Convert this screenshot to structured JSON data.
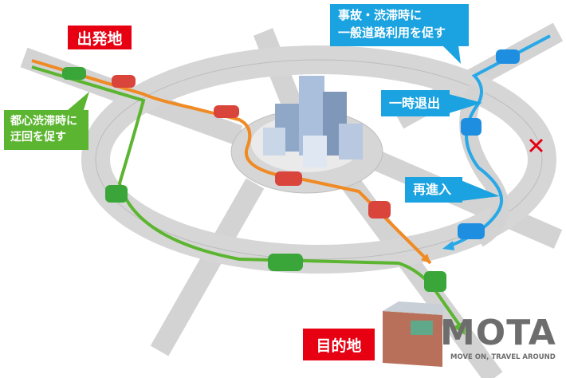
{
  "labels": {
    "origin": "出発地",
    "destination": "目的地",
    "accident_line1": "事故・渋滞時に",
    "accident_line2": "一般道路利用を促す",
    "detour_line1": "都心渋滞時に",
    "detour_line2": "迂回を促す",
    "temporary_exit": "一時退出",
    "reentry": "再進入"
  },
  "logo": {
    "name": "MOTA",
    "tagline": "MOVE ON, TRAVEL AROUND"
  },
  "colors": {
    "orange_route": "#f08a24",
    "green_route": "#5cb531",
    "blue_route": "#29a8e8",
    "road": "#d3d3d3",
    "label_red": "#e60012",
    "label_blue": "#1aa3e0"
  }
}
